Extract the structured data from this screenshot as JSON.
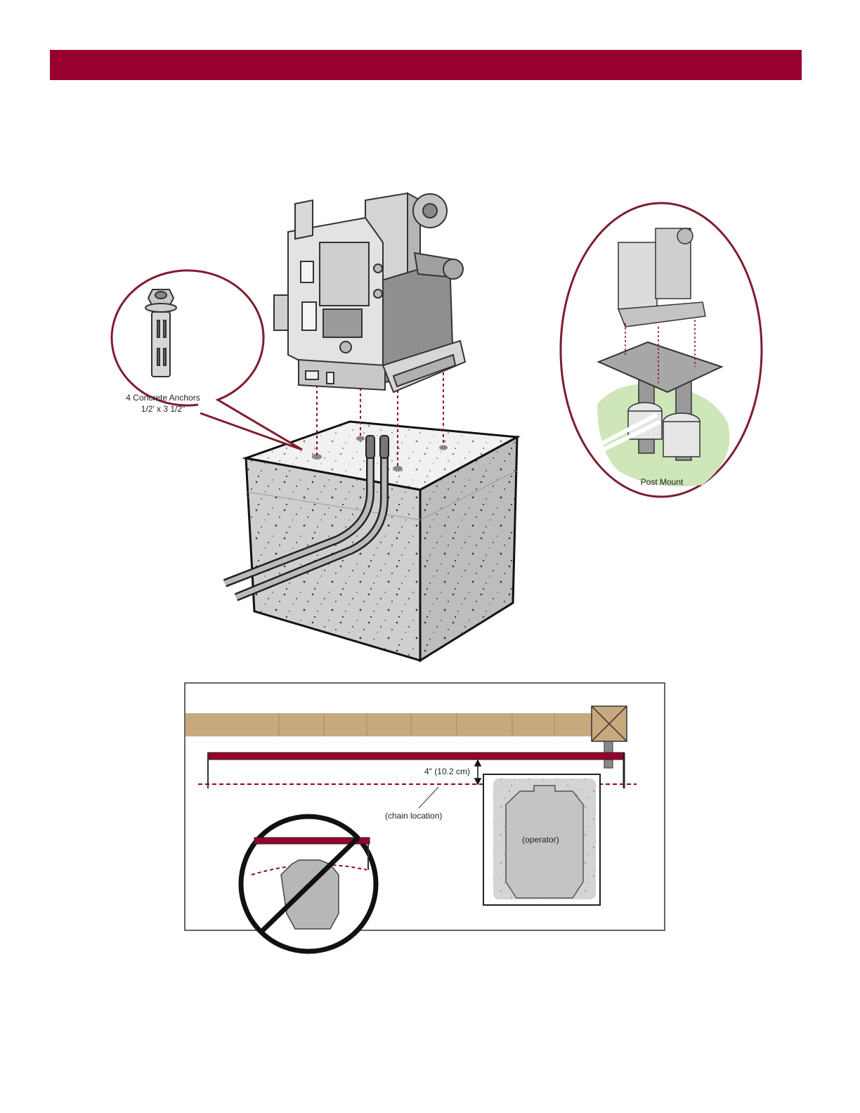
{
  "colors": {
    "accent": "#98002e",
    "concrete": "#d9d9d9",
    "operator": "#c9c9c9",
    "fence": "#c8a97e",
    "grass": "#cfe6b8"
  },
  "anchor_callout": {
    "line1": "4 Concrete Anchors",
    "line2": "1/2' x 3 1/2\""
  },
  "post_mount_callout": {
    "label": "Post Mount"
  },
  "clearance_diagram": {
    "dimension": "4\" (10.2 cm)",
    "chain_label": "(chain location)",
    "operator_label": "(operator)"
  }
}
